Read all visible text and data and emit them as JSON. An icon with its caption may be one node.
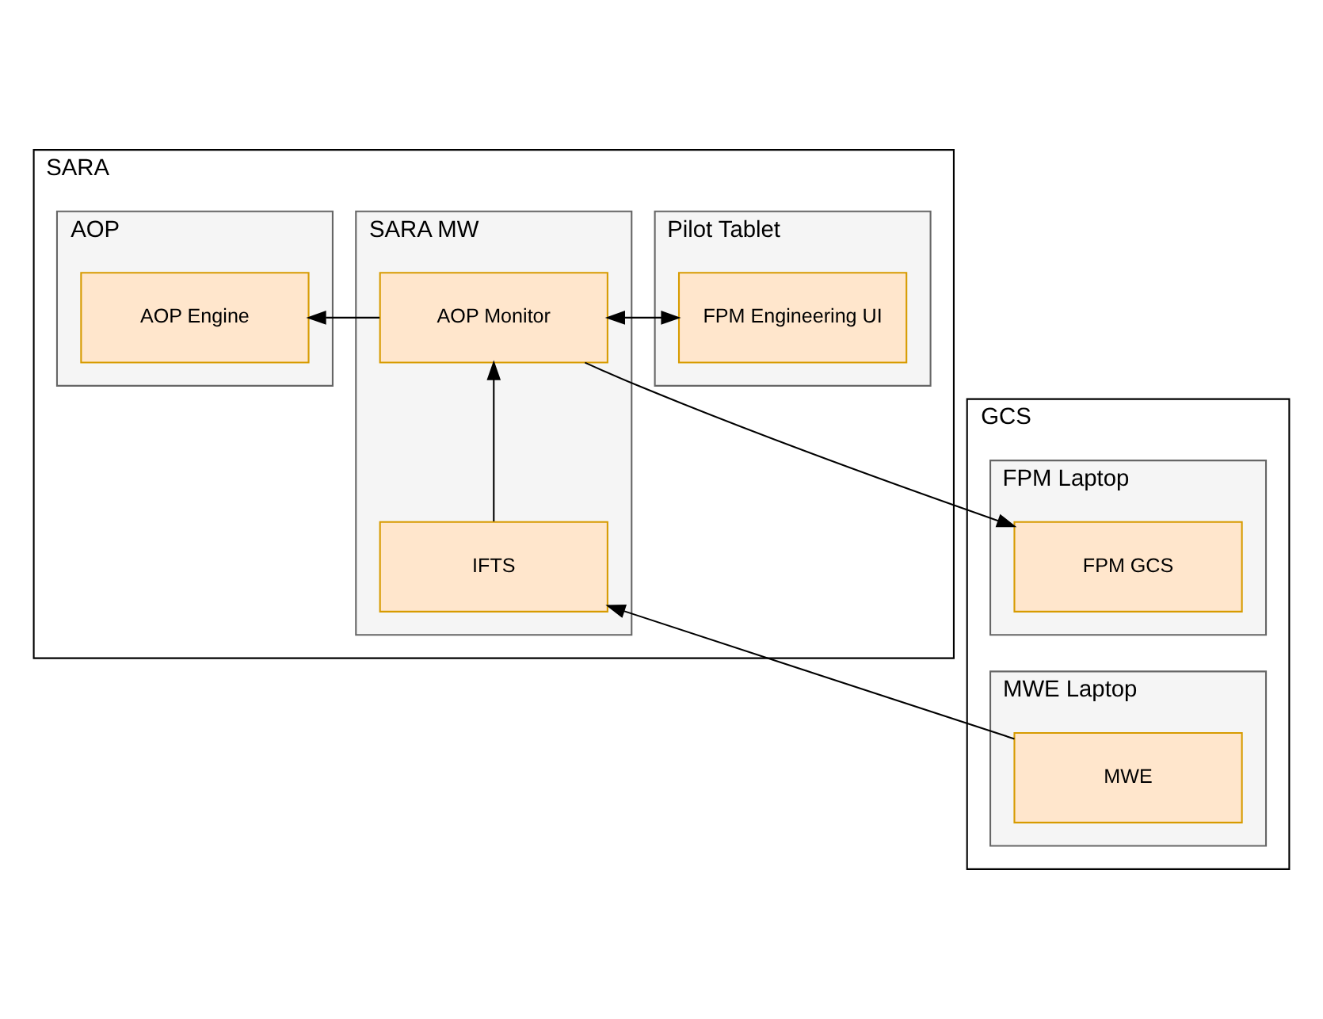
{
  "diagram": {
    "nodes": [
      {
        "text": [
          "SARA"
        ]
      },
      {
        "text": [
          "Pilot Tablet"
        ],
        "in": 0
      },
      {
        "text": [
          "FPM Engineering UI"
        ],
        "in": 1
      },
      {
        "text": [
          "SARA MW"
        ],
        "in": 0
      },
      {
        "text": [
          "AOP Monitor"
        ],
        "in": 3
      },
      {
        "text": [
          "IFTS"
        ],
        "in": 3
      },
      {
        "text": [
          "AOP"
        ],
        "in": 0
      },
      {
        "text": [
          "AOP Engine"
        ],
        "in": 6
      },
      {
        "text": [
          "GCS"
        ]
      },
      {
        "text": [
          "MWE Laptop"
        ],
        "in": 8
      },
      {
        "text": [
          "MWE"
        ],
        "in": 9
      },
      {
        "text": [
          "FPM Laptop"
        ],
        "in": 8
      },
      {
        "text": [
          "FPM GCS"
        ],
        "in": 11
      }
    ],
    "edges": [
      {
        "from": 2,
        "to": 4,
        "arrow": "both"
      },
      {
        "from": 4,
        "to": 7,
        "arrow": "to"
      },
      {
        "from": 5,
        "to": 4,
        "arrow": "to"
      },
      {
        "from": 10,
        "to": 5,
        "arrow": "to"
      },
      {
        "from": 4,
        "to": 12,
        "arrow": "to"
      }
    ]
  }
}
